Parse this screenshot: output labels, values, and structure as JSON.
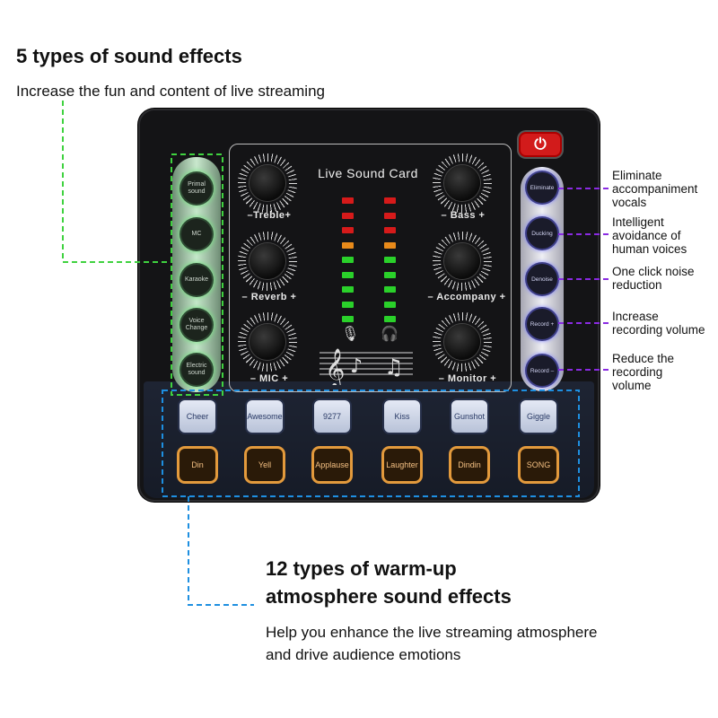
{
  "top_heading": "5 types of sound effects",
  "top_subheading": "Increase the fun and content of live streaming",
  "bottom_heading_line1": "12 types of warm-up",
  "bottom_heading_line2": "atmosphere sound effects",
  "bottom_sub_line1": "Help you enhance the live streaming atmosphere",
  "bottom_sub_line2": "and drive audience emotions",
  "device": {
    "brand": "Live Sound Card",
    "knobs": [
      {
        "label": "–Treble+"
      },
      {
        "label": "– Bass +"
      },
      {
        "label": "– Reverb +"
      },
      {
        "label": "– Accompany +"
      },
      {
        "label": "– MIC +"
      },
      {
        "label": "– Monitor +"
      }
    ],
    "left_buttons": [
      {
        "label": "Primal sound"
      },
      {
        "label": "MC"
      },
      {
        "label": "Karaoke"
      },
      {
        "label": "Voice Change"
      },
      {
        "label": "Electric sound"
      }
    ],
    "right_buttons": [
      {
        "label": "Eliminate"
      },
      {
        "label": "Ducking"
      },
      {
        "label": "Denoise"
      },
      {
        "label": "Record +"
      },
      {
        "label": "Record –"
      }
    ],
    "pads_top": [
      {
        "label": "Cheer"
      },
      {
        "label": "Awesome"
      },
      {
        "label": "9277"
      },
      {
        "label": "Kiss"
      },
      {
        "label": "Gunshot"
      },
      {
        "label": "Giggle"
      }
    ],
    "pads_bottom": [
      {
        "label": "Din"
      },
      {
        "label": "Yell"
      },
      {
        "label": "Applause"
      },
      {
        "label": "Laughter"
      },
      {
        "label": "Dindin"
      },
      {
        "label": "SONG"
      }
    ]
  },
  "callouts": [
    {
      "line1": "Eliminate",
      "line2": "accompaniment",
      "line3": "vocals"
    },
    {
      "line1": "Intelligent",
      "line2": "avoidance of",
      "line3": "human voices"
    },
    {
      "line1": "One click noise",
      "line2": "reduction",
      "line3": ""
    },
    {
      "line1": "Increase",
      "line2": "recording volume",
      "line3": ""
    },
    {
      "line1": "Reduce the",
      "line2": "recording",
      "line3": "volume"
    }
  ],
  "colors": {
    "green_dash": "#3fd23f",
    "blue_dash": "#1e8fe0",
    "purple_dash": "#8a2be2",
    "power_red": "#d21b1b"
  }
}
